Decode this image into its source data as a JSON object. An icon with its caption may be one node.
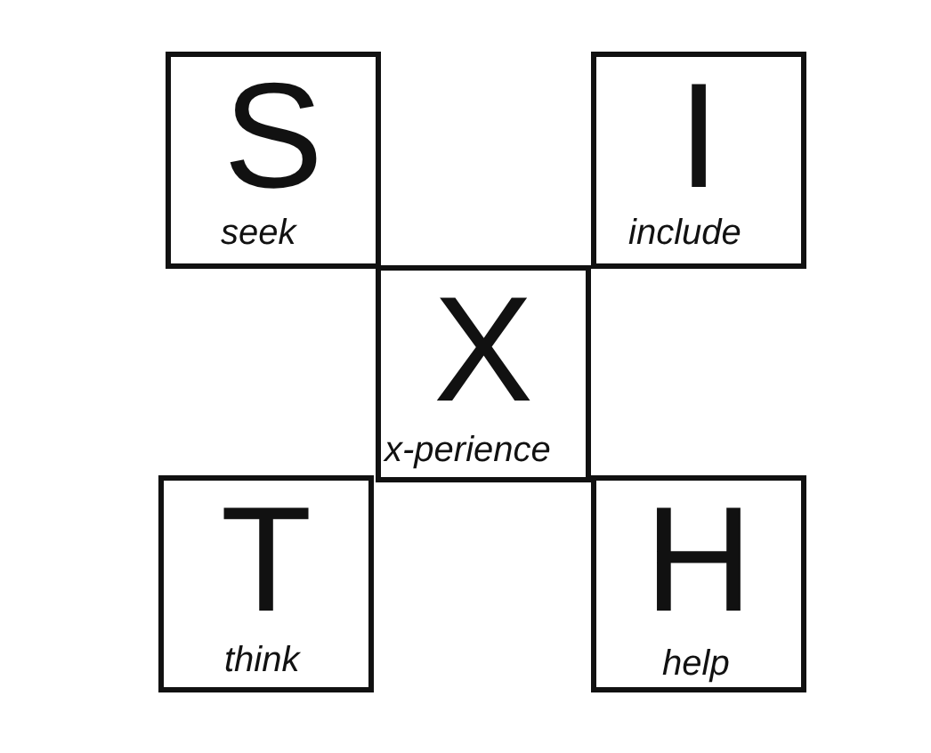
{
  "diagram": {
    "nodes": [
      {
        "text": [
          "S",
          "seek"
        ]
      },
      {
        "text": [
          "I",
          "include"
        ]
      },
      {
        "text": [
          "X",
          "x-perience"
        ]
      },
      {
        "text": [
          "T",
          "think"
        ]
      },
      {
        "text": [
          "H",
          "help"
        ]
      }
    ]
  }
}
